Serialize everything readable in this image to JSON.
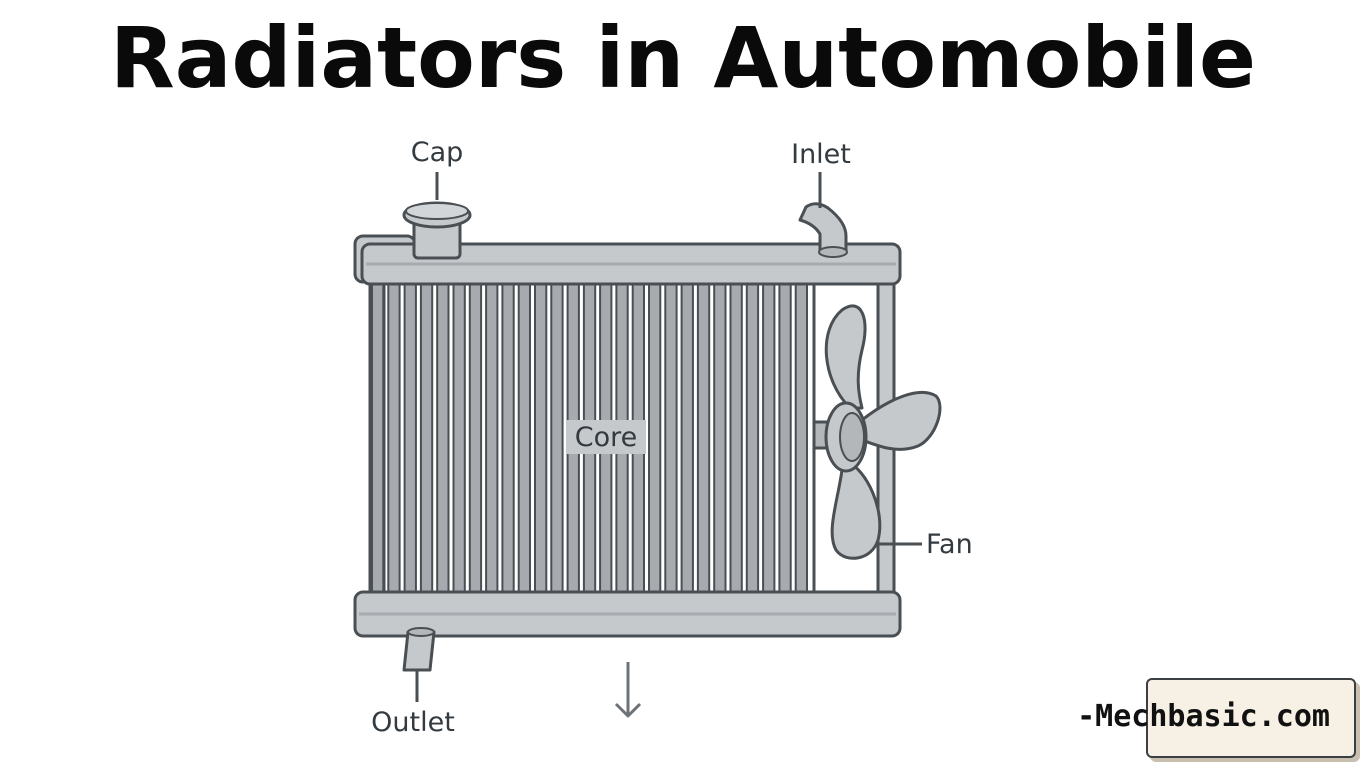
{
  "title": "Radiators in Automobile",
  "labels": {
    "cap": "Cap",
    "inlet": "Inlet",
    "core": "Core",
    "fan": "Fan",
    "outlet": "Outlet"
  },
  "watermark": "-Mechbasic.com",
  "colors": {
    "metal": "#c6c9cc",
    "metal_dark": "#a7abaf",
    "outline": "#4a4f54",
    "label": "#333a40",
    "watermark_bg": "#f7f0e4"
  }
}
